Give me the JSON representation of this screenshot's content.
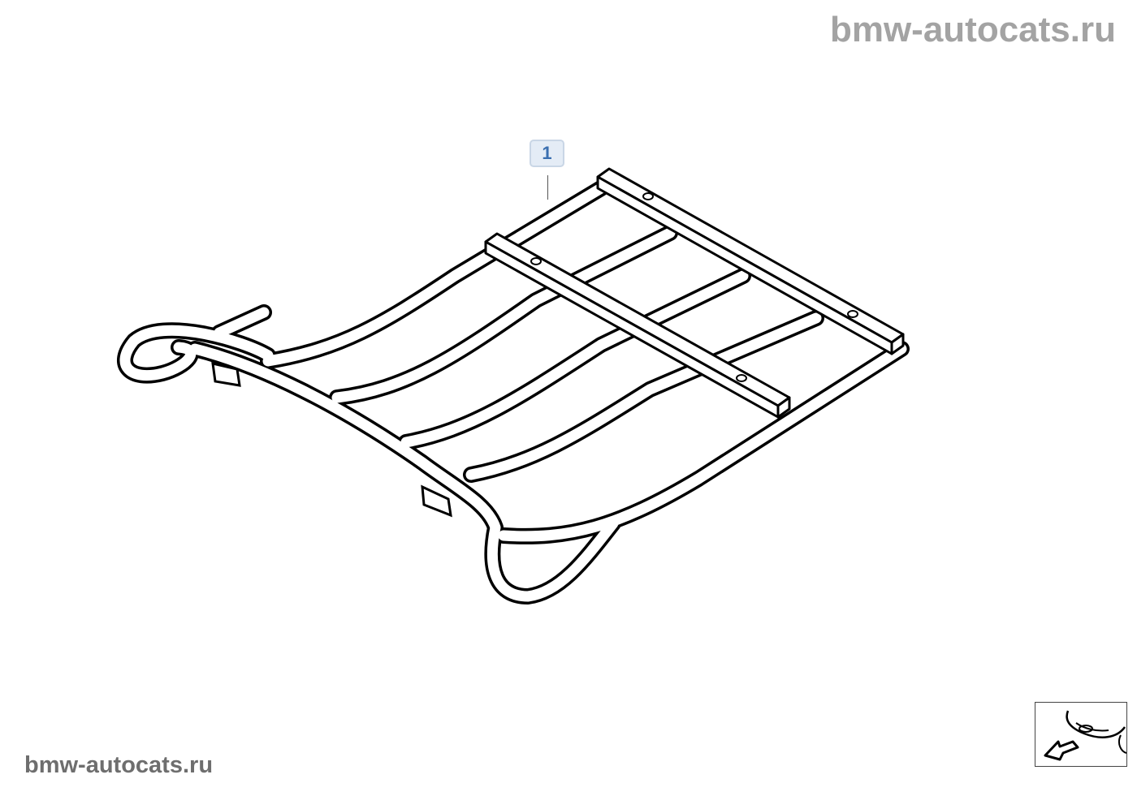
{
  "watermark_top": "bmw-autocats.ru",
  "watermark_bottom": "bmw-autocats.ru",
  "callouts": [
    {
      "label": "1"
    }
  ],
  "nav_thumbnail": {
    "icon": "car-front-back-arrow-icon"
  }
}
